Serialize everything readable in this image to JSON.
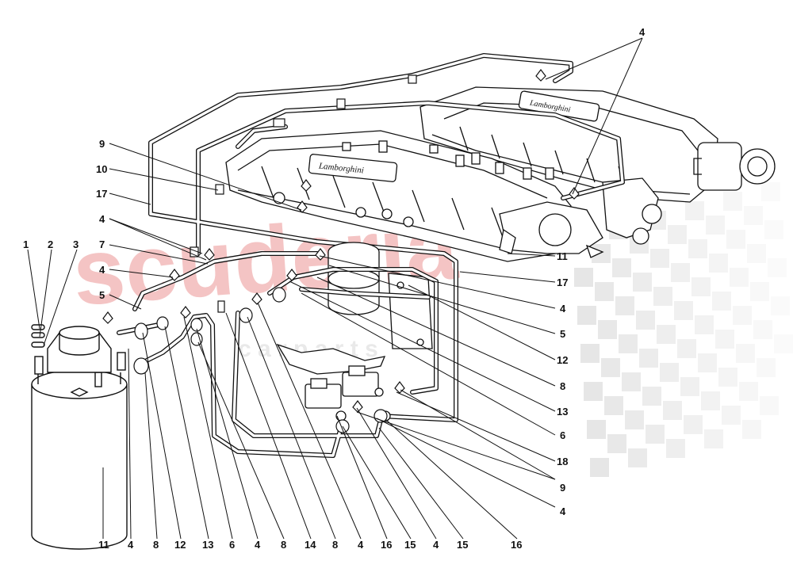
{
  "colors": {
    "background": "#ffffff",
    "line": "#111111",
    "watermark": "#f4c4c4",
    "checker": "#e6e6e6"
  },
  "watermark": {
    "brand": "scuderia",
    "sub": "c a r   p a r t s"
  },
  "engine_badges": {
    "front": "Lamborghini",
    "rear": "Lamborghini"
  },
  "callouts": {
    "bottom": [
      "11",
      "4",
      "8",
      "12",
      "13",
      "6",
      "4",
      "8",
      "14",
      "8",
      "4",
      "16",
      "15",
      "4",
      "15",
      "16"
    ],
    "left": [
      "1",
      "2",
      "3",
      "7",
      "4",
      "5",
      "4",
      "17",
      "10",
      "9"
    ],
    "right": [
      "11",
      "17",
      "4",
      "5",
      "12",
      "8",
      "13",
      "6",
      "18",
      "9",
      "4"
    ],
    "top": [
      "4"
    ]
  }
}
